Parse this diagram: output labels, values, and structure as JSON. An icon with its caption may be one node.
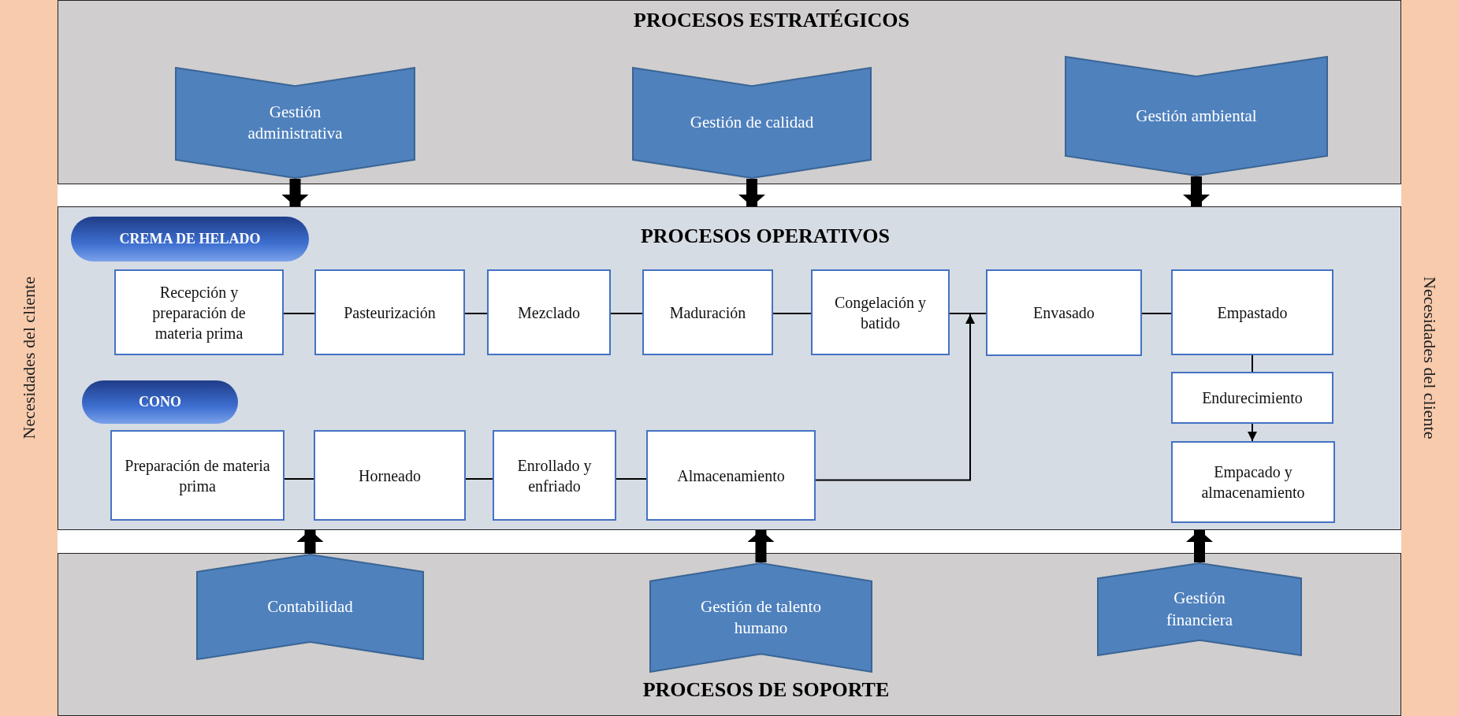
{
  "diagram": {
    "nodes": [
      {
        "text": [
          "Necesidades del cliente"
        ]
      },
      {
        "text": [
          "PROCESOS ESTRATÉGICOS"
        ]
      },
      {
        "text": [
          "Gestión administrativa"
        ],
        "in": 1
      },
      {
        "text": [
          "Gestión de calidad"
        ],
        "in": 1
      },
      {
        "text": [
          "Gestión ambiental"
        ],
        "in": 1
      },
      {
        "text": [
          "PROCESOS OPERATIVOS"
        ]
      },
      {
        "text": [
          "CREMA DE HELADO"
        ],
        "in": 5
      },
      {
        "text": [
          "Recepción y preparación de materia prima"
        ],
        "in": 5
      },
      {
        "text": [
          "Pasteurización"
        ],
        "in": 5
      },
      {
        "text": [
          "Mezclado"
        ],
        "in": 5
      },
      {
        "text": [
          "Maduración"
        ],
        "in": 5
      },
      {
        "text": [
          "Congelación y batido"
        ],
        "in": 5
      },
      {
        "text": [
          "Envasado"
        ],
        "in": 5
      },
      {
        "text": [
          "Empastado"
        ],
        "in": 5
      },
      {
        "text": [
          "Endurecimiento"
        ],
        "in": 5
      },
      {
        "text": [
          "Empacado y almacenamiento"
        ],
        "in": 5
      },
      {
        "text": [
          "CONO"
        ],
        "in": 5
      },
      {
        "text": [
          "Preparación de materia prima"
        ],
        "in": 5
      },
      {
        "text": [
          "Horneado"
        ],
        "in": 5
      },
      {
        "text": [
          "Enrollado y enfriado"
        ],
        "in": 5
      },
      {
        "text": [
          "Almacenamiento"
        ],
        "in": 5
      },
      {
        "text": [
          "PROCESOS DE SOPORTE"
        ]
      },
      {
        "text": [
          "Contabilidad"
        ],
        "in": 21
      },
      {
        "text": [
          "Gestión de talento humano"
        ],
        "in": 21
      },
      {
        "text": [
          "Gestión financiera"
        ],
        "in": 21
      },
      {
        "text": [
          "Necesidades del cliente"
        ]
      }
    ],
    "edges": [
      {
        "from": 2,
        "to": 5,
        "arrow": "to",
        "style": "thick"
      },
      {
        "from": 3,
        "to": 5,
        "arrow": "to",
        "style": "thick"
      },
      {
        "from": 4,
        "to": 5,
        "arrow": "to",
        "style": "thick"
      },
      {
        "from": 7,
        "to": 8,
        "arrow": "none"
      },
      {
        "from": 8,
        "to": 9,
        "arrow": "none"
      },
      {
        "from": 9,
        "to": 10,
        "arrow": "none"
      },
      {
        "from": 10,
        "to": 11,
        "arrow": "none"
      },
      {
        "from": 11,
        "to": 12,
        "arrow": "none"
      },
      {
        "from": 12,
        "to": 13,
        "arrow": "none"
      },
      {
        "from": 13,
        "to": 14,
        "arrow": "none"
      },
      {
        "from": 14,
        "to": 15,
        "arrow": "to"
      },
      {
        "from": 17,
        "to": 18,
        "arrow": "none"
      },
      {
        "from": 18,
        "to": 19,
        "arrow": "none"
      },
      {
        "from": 19,
        "to": 20,
        "arrow": "none"
      },
      {
        "from": 20,
        "to": 11,
        "arrow": "to"
      },
      {
        "from": 22,
        "to": 5,
        "arrow": "to",
        "style": "thick"
      },
      {
        "from": 23,
        "to": 5,
        "arrow": "to",
        "style": "thick"
      },
      {
        "from": 24,
        "to": 5,
        "arrow": "to",
        "style": "thick"
      }
    ]
  }
}
